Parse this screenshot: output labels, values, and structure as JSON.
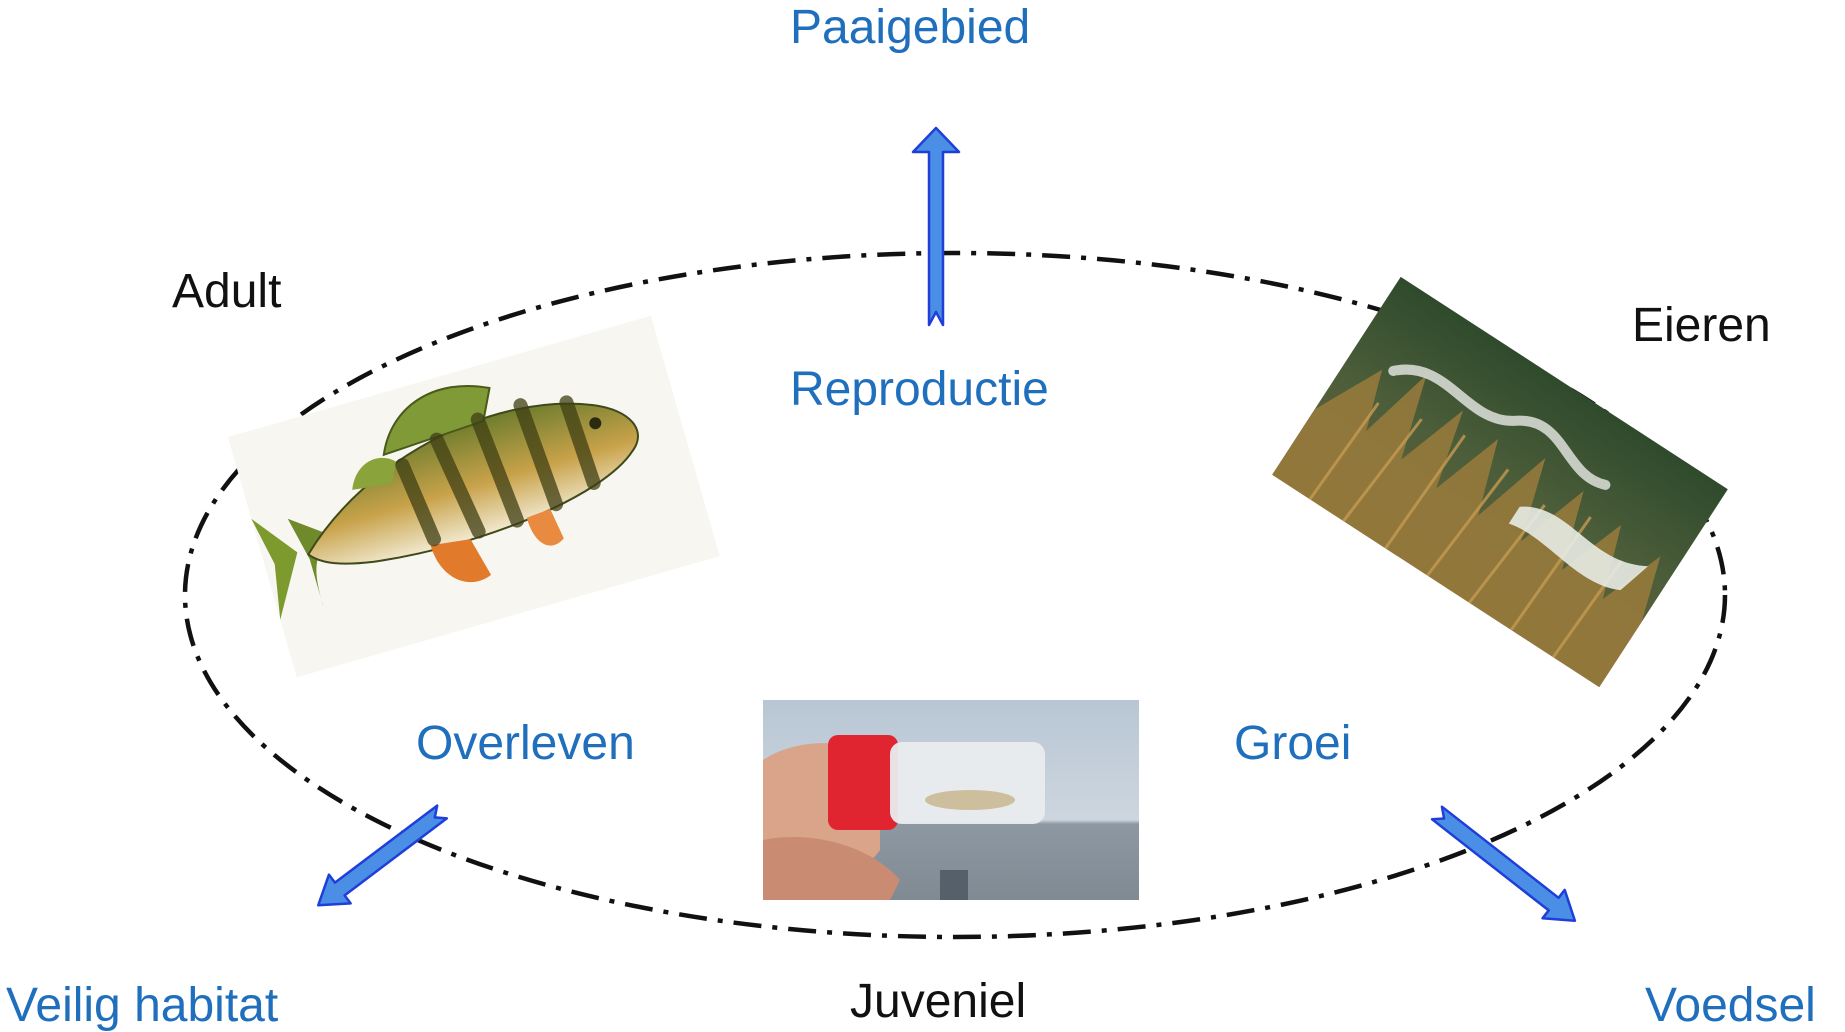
{
  "colors": {
    "stage_text": "#111111",
    "factor_text": "#1f6fbd",
    "arrow_fill": "#4a8ee6",
    "arrow_stroke": "#1f3fd8",
    "cycle_line": "#111111"
  },
  "stages": {
    "adult": "Adult",
    "eggs": "Eieren",
    "juvenile": "Juveniel"
  },
  "processes": {
    "reproduction": "Reproductie",
    "growth": "Groei",
    "survival": "Overleven"
  },
  "requirements": {
    "spawning_area": "Paaigebied",
    "food": "Voedsel",
    "safe_habitat": "Veilig habitat"
  },
  "images": {
    "adult": "perch-illustration",
    "eggs": "underwater-egg-strands-photo",
    "juvenile": "larva-in-vial-photo"
  }
}
